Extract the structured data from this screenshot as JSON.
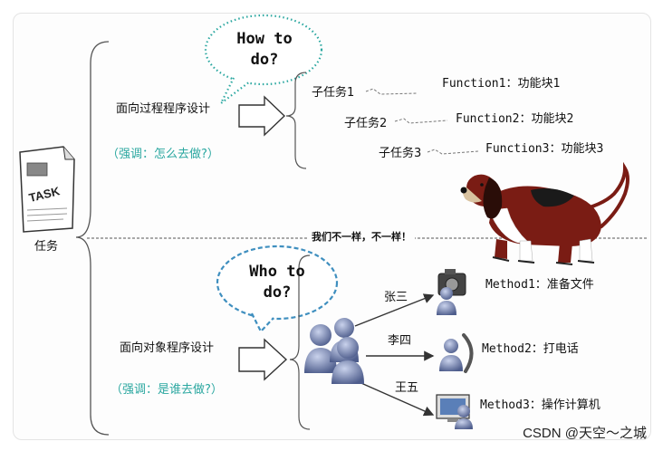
{
  "task": {
    "doc_label": "TASK",
    "label": "任务"
  },
  "divider": {
    "text": "我们不一样，不一样！"
  },
  "top": {
    "bubble": [
      "How to",
      "do?"
    ],
    "paradigm": "面向过程程序设计",
    "emphasis": "（强调：怎么去做?）",
    "subtasks": [
      {
        "task": "子任务1",
        "function": "Function1：功能块1"
      },
      {
        "task": "子任务2",
        "function": "Function2：功能块2"
      },
      {
        "task": "子任务3",
        "function": "Function3：功能块3"
      }
    ]
  },
  "bottom": {
    "bubble": [
      "Who to",
      "do?"
    ],
    "paradigm": "面向对象程序设计",
    "emphasis": "（强调：是谁去做?）",
    "people": [
      {
        "name": "张三",
        "method": "Method1：准备文件"
      },
      {
        "name": "李四",
        "method": "Method2：打电话"
      },
      {
        "name": "王五",
        "method": "Method3：操作计算机"
      }
    ]
  },
  "watermark": "CSDN @天空～之城",
  "colors": {
    "emphasis": "#2aa7a0",
    "bubble_dots": "#2aa7a0",
    "person": "#5f6f9a",
    "dog_body": "#7a1c14"
  }
}
